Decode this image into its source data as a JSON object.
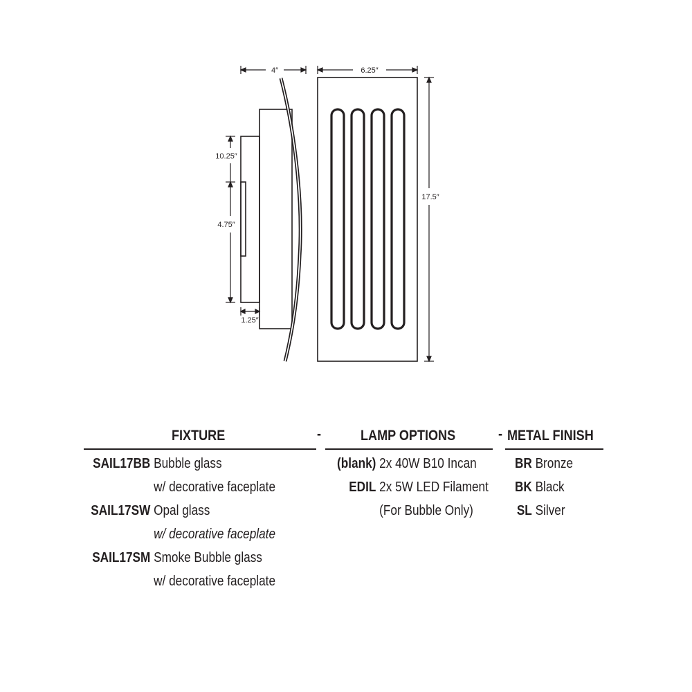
{
  "dimensions": {
    "depth": "4″",
    "width": "6.25″",
    "height": "17.5″",
    "backplate": "10.25″",
    "mount": "4.75″",
    "offset": "1.25″"
  },
  "table": {
    "fixture_header": "FIXTURE",
    "sep1": "-",
    "lamp_header": "LAMP OPTIONS",
    "sep2": "-",
    "finish_header": "METAL FINISH",
    "fixtures": [
      {
        "code": "SAIL17BB",
        "line1": "Bubble glass",
        "line2": "w/ decorative faceplate"
      },
      {
        "code": "SAIL17SW",
        "line1": "Opal glass",
        "line2": "w/ decorative faceplate"
      },
      {
        "code": "SAIL17SM",
        "line1": "Smoke Bubble glass",
        "line2": "w/ decorative faceplate"
      }
    ],
    "lamps": [
      {
        "code": "(blank)",
        "line1": "2x 40W B10 Incan",
        "line2": ""
      },
      {
        "code": "EDIL",
        "line1": "2x 5W LED Filament",
        "line2": "(For Bubble Only)"
      }
    ],
    "finishes": [
      {
        "code": "BR",
        "name": "Bronze"
      },
      {
        "code": "BK",
        "name": "Black"
      },
      {
        "code": "SL",
        "name": "Silver"
      }
    ]
  }
}
